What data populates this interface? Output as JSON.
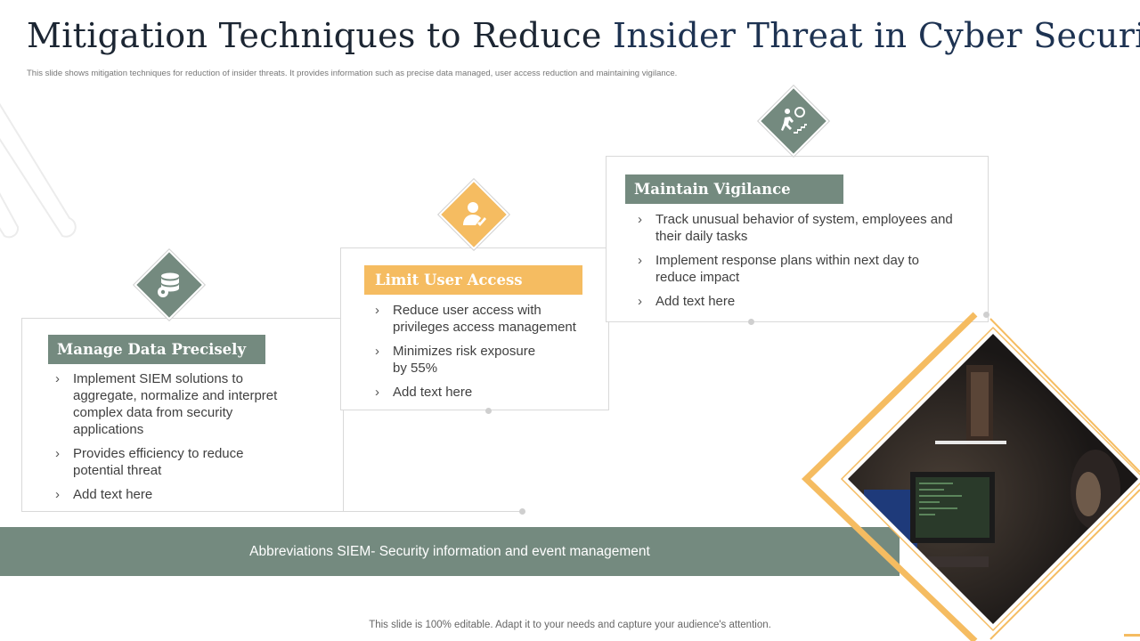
{
  "title_part1": "Mitigation Techniques to Reduce",
  "title_part2": "Insider Threat in Cyber Security",
  "subtitle": "This slide shows mitigation techniques for reduction of insider threats. It provides information such as precise data managed,  user access reduction and maintaining vigilance.",
  "steps": [
    {
      "heading": "Manage Data Precisely",
      "icon": "database-gear-icon",
      "bullets": [
        "Implement SIEM solutions to aggregate, normalize and interpret complex data from security applications",
        "Provides efficiency to reduce potential threat",
        "Add text here"
      ]
    },
    {
      "heading": "Limit User Access",
      "icon": "user-check-icon",
      "bullets": [
        "Reduce user access with privileges access management",
        "Minimizes risk exposure by 55%",
        "Add text here"
      ]
    },
    {
      "heading": "Maintain Vigilance",
      "icon": "climber-search-icon",
      "bullets": [
        "Track unusual behavior of system, employees and their daily tasks",
        "Implement response plans within next day to reduce impact",
        "Add text here"
      ]
    }
  ],
  "abbreviation_note": "Abbreviations SIEM- Security information and event management",
  "footer": "This slide is 100% editable. Adapt it to your needs and capture your audience's attention.",
  "colors": {
    "gray_green": "#748a7f",
    "yellow": "#f5bc61",
    "title": "#1c2633"
  }
}
